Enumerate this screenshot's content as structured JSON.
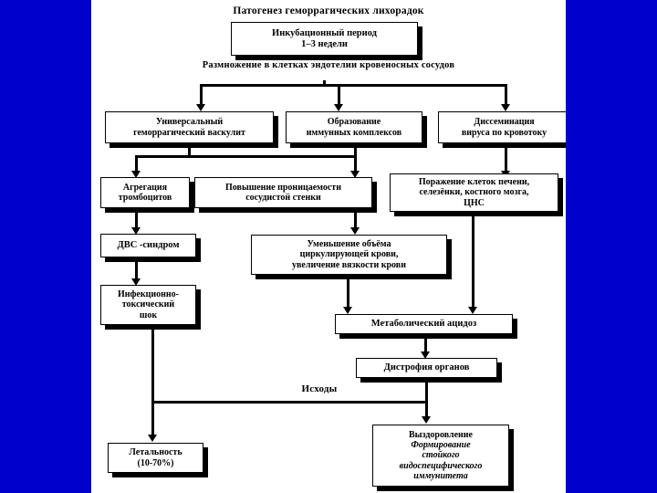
{
  "slide": {
    "background_color": "#0000cc",
    "canvas_color": "#ffffff",
    "title": "Патогенез геморрагических лихорадок"
  },
  "labels": {
    "endothelium": "Размножение в клетках эндотелии\nкровеносных сосудов",
    "outcomes": "Исходы"
  },
  "nodes": {
    "incubation": "Инкубационный период\n1–3 недели",
    "vasculitis": "Универсальный\nгеморрагический васкулит",
    "immune_complexes": "Образование\nиммунных комплексов",
    "dissemination": "Диссеминация\nвируса по кровотоку",
    "platelet_aggregation": "Агрегация\nтромбоцитов",
    "vessel_permeability": "Повышение проницаемости\nсосудистой стенки",
    "organ_damage": "Поражение клеток печени,\nселезёнки, костного мозга,\nЦНС",
    "dic_syndrome": "ДВС -синдром",
    "blood_volume": "Уменьшение объёма\nциркулирующей крови,\nувеличение вязкости крови",
    "toxic_shock": "Инфекционно-\nтоксический\nшок",
    "metabolic_acidosis": "Метаболический ацидоз",
    "organ_dystrophy": "Дистрофия органов",
    "lethality": "Летальность\n(10-70%)",
    "recovery_title": "Выздоровление",
    "recovery_body": "Формирование\nстойкого\nвидоспецифического\nиммунитета"
  }
}
